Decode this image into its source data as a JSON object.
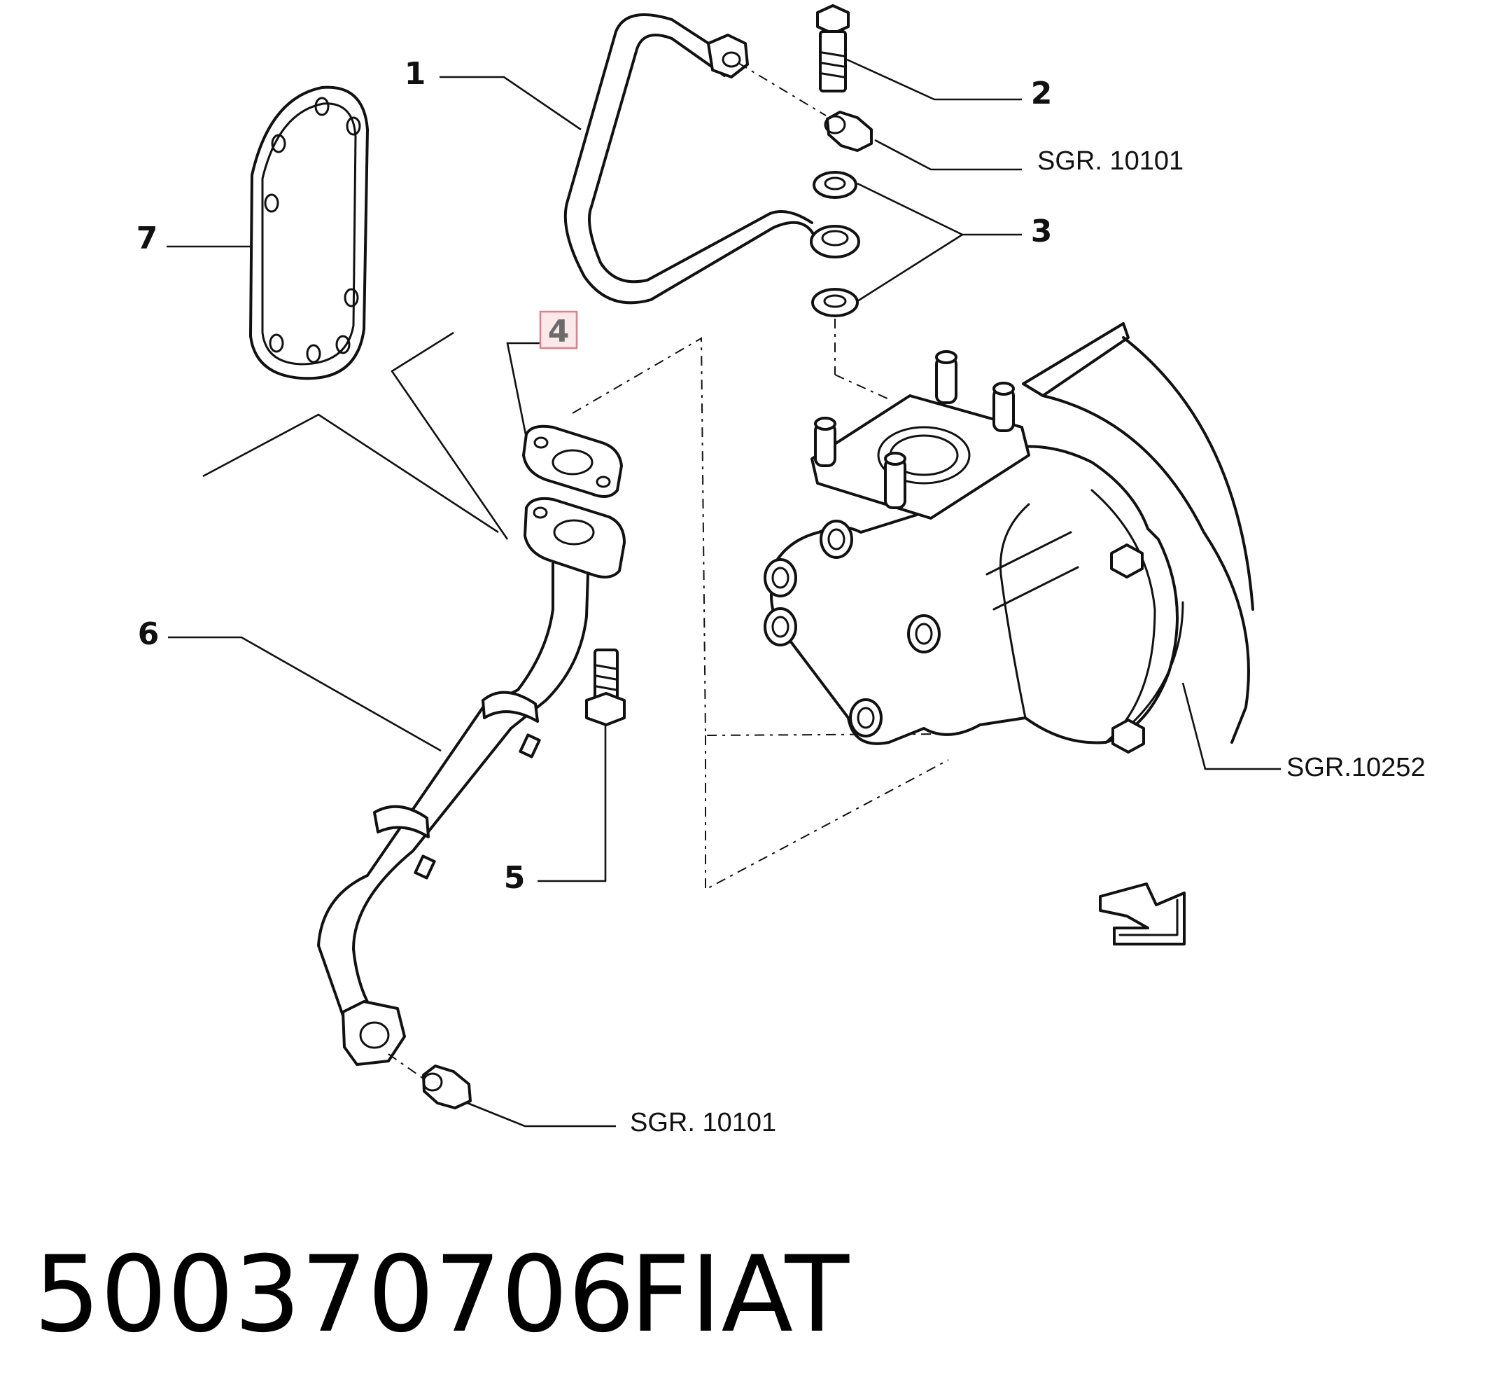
{
  "callouts": {
    "c1": "1",
    "c2": "2",
    "c3": "3",
    "c4": "4",
    "c5": "5",
    "c6": "6",
    "c7": "7"
  },
  "references": {
    "sgr_top": "SGR. 10101",
    "sgr_turbo": "SGR.10252",
    "sgr_bottom": "SGR. 10101"
  },
  "highlight": {
    "callout": "4",
    "box_fill": "#fbe9ea",
    "box_stroke": "#e07f86"
  },
  "footer": {
    "part_number": "500370706",
    "brand": "FIAT"
  }
}
